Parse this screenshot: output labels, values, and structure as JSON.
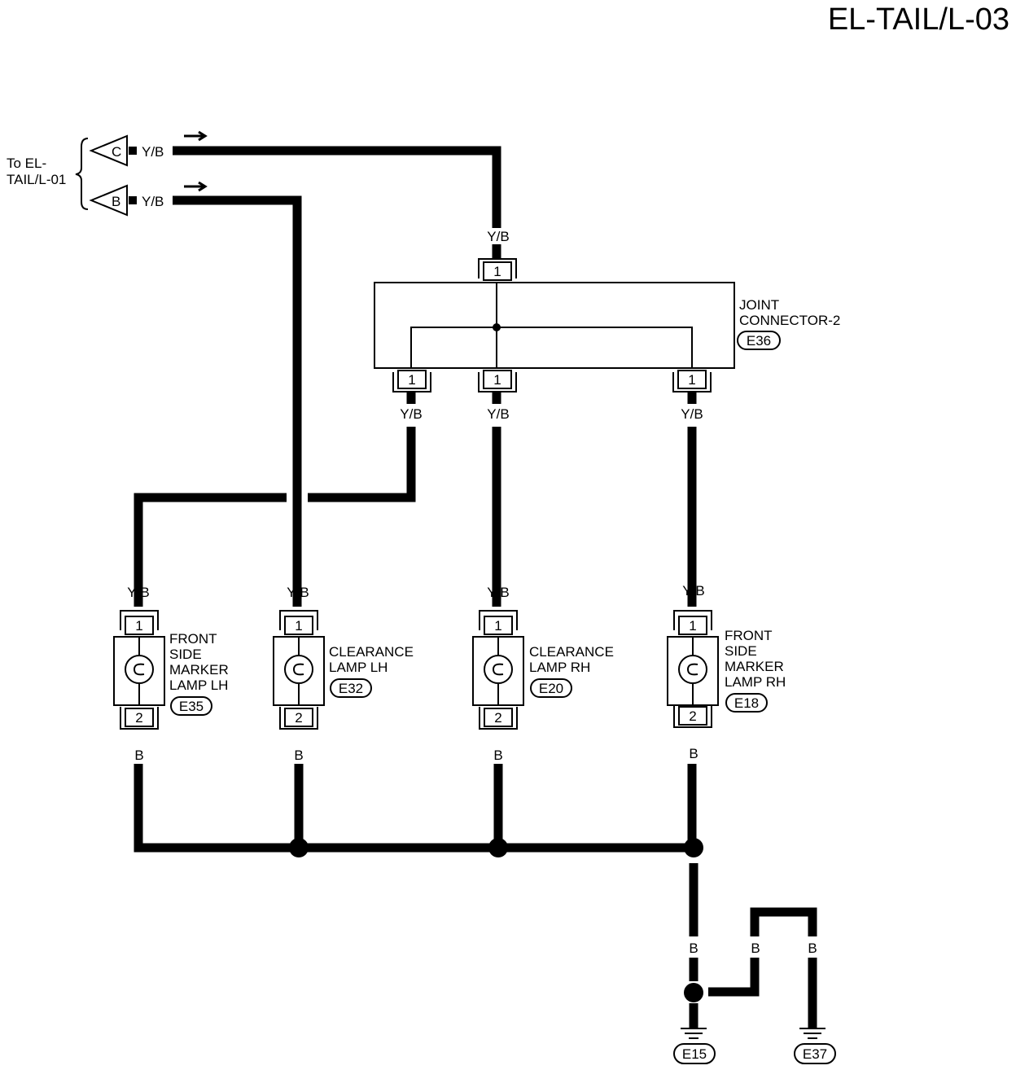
{
  "title": "EL-TAIL/L-03",
  "to_label": [
    "To EL-",
    "TAIL/L-01"
  ],
  "inputs": [
    {
      "id": "C",
      "wire": "Y/B"
    },
    {
      "id": "B",
      "wire": "Y/B"
    }
  ],
  "joint_connector": {
    "name": [
      "JOINT",
      "CONNECTOR-2"
    ],
    "code": "E36",
    "top_pin": "1",
    "top_wire": "Y/B",
    "bottom_pins": [
      "1",
      "1",
      "1"
    ],
    "bottom_wires": [
      "Y/B",
      "Y/B",
      "Y/B"
    ]
  },
  "lamps": [
    {
      "name": [
        "FRONT",
        "SIDE",
        "MARKER",
        "LAMP LH"
      ],
      "code": "E35",
      "pin_top": "1",
      "pin_bottom": "2",
      "wire_top": "Y/B",
      "wire_bottom": "B"
    },
    {
      "name": [
        "CLEARANCE",
        "LAMP LH"
      ],
      "code": "E32",
      "pin_top": "1",
      "pin_bottom": "2",
      "wire_top": "Y/B",
      "wire_bottom": "B"
    },
    {
      "name": [
        "CLEARANCE",
        "LAMP RH"
      ],
      "code": "E20",
      "pin_top": "1",
      "pin_bottom": "2",
      "wire_top": "Y/B",
      "wire_bottom": "B"
    },
    {
      "name": [
        "FRONT",
        "SIDE",
        "MARKER",
        "LAMP RH"
      ],
      "code": "E18",
      "pin_top": "1",
      "pin_bottom": "2",
      "wire_top": "Y/B",
      "wire_bottom": "B"
    }
  ],
  "grounds": [
    {
      "code": "E15",
      "wire": "B"
    },
    {
      "code": "E37",
      "wire": "B"
    }
  ],
  "ground_link_wire": "B"
}
